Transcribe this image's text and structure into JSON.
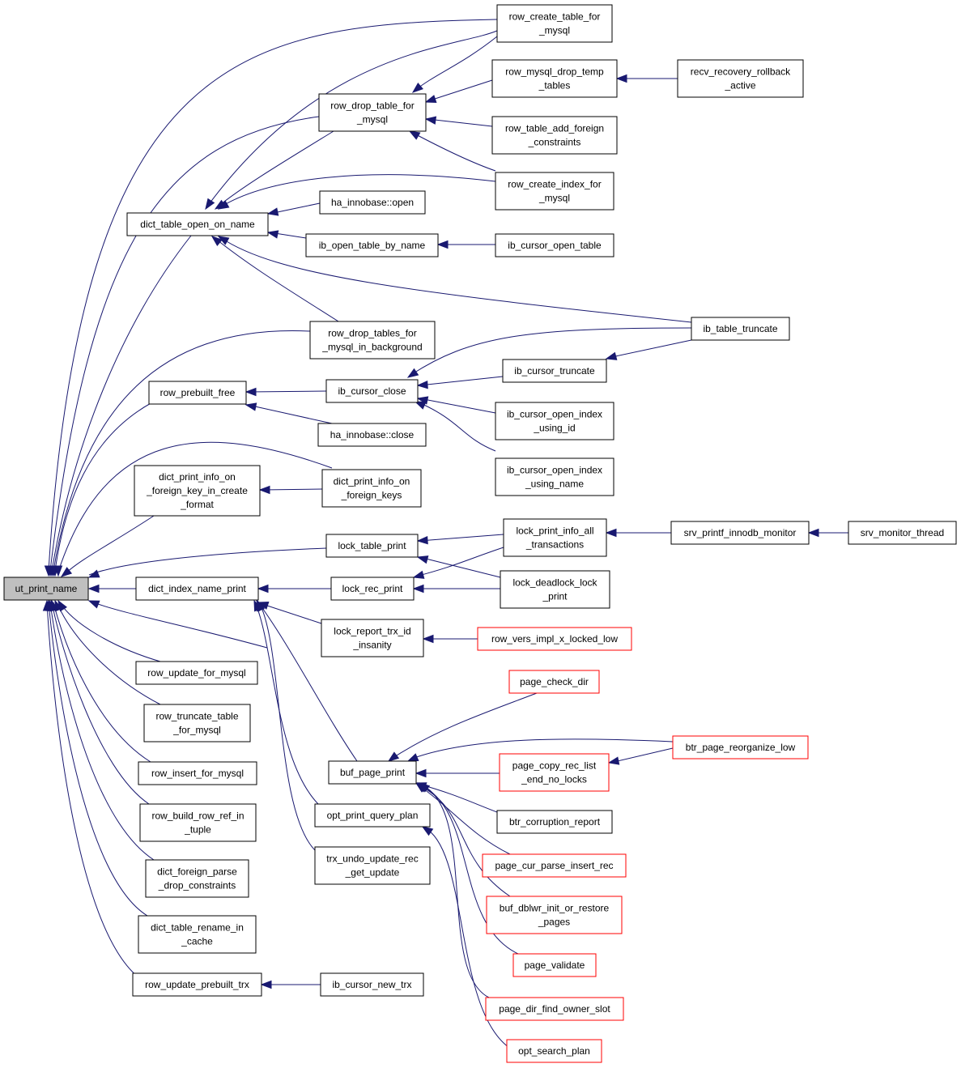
{
  "colors": {
    "edge": "#191970",
    "node_border": "#000000",
    "node_border_truncated": "#ff0000",
    "root_fill": "#bfbfbf",
    "background": "#ffffff"
  },
  "nodes": {
    "ut_print_name": [
      "ut_print_name"
    ],
    "dict_table_open_on_name": [
      "dict_table_open_on_name"
    ],
    "row_drop_tables_for_mysql_in_background": [
      "row_drop_tables_for",
      "_mysql_in_background"
    ],
    "row_prebuilt_free": [
      "row_prebuilt_free"
    ],
    "dict_print_info_on_foreign_key_in_create_format": [
      "dict_print_info_on",
      "_foreign_key_in_create",
      "_format"
    ],
    "dict_print_info_on_foreign_keys": [
      "dict_print_info_on",
      "_foreign_keys"
    ],
    "lock_table_print": [
      "lock_table_print"
    ],
    "dict_index_name_print": [
      "dict_index_name_print"
    ],
    "row_update_for_mysql": [
      "row_update_for_mysql"
    ],
    "row_truncate_table_for_mysql": [
      "row_truncate_table",
      "_for_mysql"
    ],
    "row_insert_for_mysql": [
      "row_insert_for_mysql"
    ],
    "row_build_row_ref_in_tuple": [
      "row_build_row_ref_in",
      "_tuple"
    ],
    "dict_foreign_parse_drop_constraints": [
      "dict_foreign_parse",
      "_drop_constraints"
    ],
    "dict_table_rename_in_cache": [
      "dict_table_rename_in",
      "_cache"
    ],
    "row_update_prebuilt_trx": [
      "row_update_prebuilt_trx"
    ],
    "row_create_table_for_mysql": [
      "row_create_table_for",
      "_mysql"
    ],
    "row_drop_table_for_mysql": [
      "row_drop_table_for",
      "_mysql"
    ],
    "ha_innobase_open": [
      "ha_innobase::open"
    ],
    "ib_open_table_by_name": [
      "ib_open_table_by_name"
    ],
    "row_create_index_for_mysql": [
      "row_create_index_for",
      "_mysql"
    ],
    "ib_table_truncate": [
      "ib_table_truncate"
    ],
    "ib_cursor_close": [
      "ib_cursor_close"
    ],
    "ha_innobase_close": [
      "ha_innobase::close"
    ],
    "lock_print_info_all_transactions": [
      "lock_print_info_all",
      "_transactions"
    ],
    "lock_deadlock_lock_print": [
      "lock_deadlock_lock",
      "_print"
    ],
    "lock_rec_print": [
      "lock_rec_print"
    ],
    "lock_report_trx_id_insanity": [
      "lock_report_trx_id",
      "_insanity"
    ],
    "buf_page_print": [
      "buf_page_print"
    ],
    "opt_print_query_plan": [
      "opt_print_query_plan"
    ],
    "trx_undo_update_rec_get_update": [
      "trx_undo_update_rec",
      "_get_update"
    ],
    "ib_cursor_new_trx": [
      "ib_cursor_new_trx"
    ],
    "row_mysql_drop_temp_tables": [
      "row_mysql_drop_temp",
      "_tables"
    ],
    "row_table_add_foreign_constraints": [
      "row_table_add_foreign",
      "_constraints"
    ],
    "ib_cursor_open_table": [
      "ib_cursor_open_table"
    ],
    "ib_cursor_truncate": [
      "ib_cursor_truncate"
    ],
    "ib_cursor_open_index_using_id": [
      "ib_cursor_open_index",
      "_using_id"
    ],
    "ib_cursor_open_index_using_name": [
      "ib_cursor_open_index",
      "_using_name"
    ],
    "srv_printf_innodb_monitor": [
      "srv_printf_innodb_monitor"
    ],
    "row_vers_impl_x_locked_low": [
      "row_vers_impl_x_locked_low"
    ],
    "page_check_dir": [
      "page_check_dir"
    ],
    "btr_page_reorganize_low": [
      "btr_page_reorganize_low"
    ],
    "page_copy_rec_list_end_no_locks": [
      "page_copy_rec_list",
      "_end_no_locks"
    ],
    "btr_corruption_report": [
      "btr_corruption_report"
    ],
    "page_cur_parse_insert_rec": [
      "page_cur_parse_insert_rec"
    ],
    "buf_dblwr_init_or_restore_pages": [
      "buf_dblwr_init_or_restore",
      "_pages"
    ],
    "page_validate": [
      "page_validate"
    ],
    "page_dir_find_owner_slot": [
      "page_dir_find_owner_slot"
    ],
    "opt_search_plan": [
      "opt_search_plan"
    ],
    "recv_recovery_rollback_active": [
      "recv_recovery_rollback",
      "_active"
    ],
    "srv_monitor_thread": [
      "srv_monitor_thread"
    ]
  }
}
